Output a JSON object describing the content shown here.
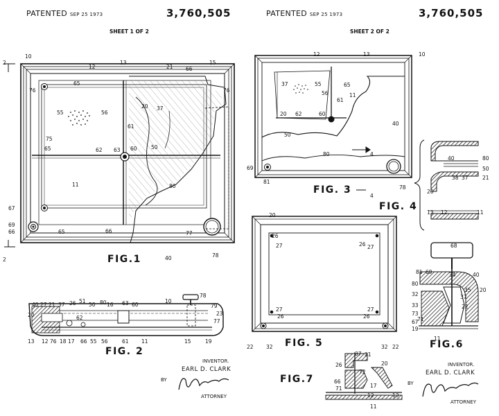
{
  "sheet1": {
    "patented": "PATENTED",
    "date": "SEP 25 1973",
    "patent_number": "3,760,505",
    "sheet": "SHEET 1 OF 2",
    "fig1": "FIG.1",
    "fig2": "FIG. 2",
    "inventor_label": "INVENTOR.",
    "inventor_name": "EARL D. CLARK",
    "by": "BY",
    "attorney": "ATTORNEY"
  },
  "sheet2": {
    "patented": "PATENTED",
    "date": "SEP 25 1973",
    "patent_number": "3,760,505",
    "sheet": "SHEET 2 OF 2",
    "fig3": "FIG. 3",
    "fig4": "FIG. 4",
    "fig5": "FIG. 5",
    "fig6": "FIG.6",
    "fig7": "FIG.7",
    "inventor_label": "INVENTOR.",
    "inventor_name": "EARL D. CLARK",
    "by": "BY",
    "attorney": "ATTORNEY"
  },
  "fig1_refs": [
    "10",
    "12",
    "13",
    "15",
    "21",
    "66",
    "76",
    "2",
    "65",
    "55",
    "56",
    "37",
    "20",
    "61",
    "75",
    "65",
    "62",
    "63",
    "60",
    "50",
    "11",
    "80",
    "76",
    "67",
    "69",
    "66",
    "65",
    "66",
    "77",
    "40",
    "78",
    "2"
  ],
  "fig2_refs": [
    "78",
    "79",
    "23",
    "77",
    "40",
    "27",
    "21",
    "37",
    "26",
    "51",
    "50",
    "80",
    "16",
    "63",
    "60",
    "10",
    "20",
    "62",
    "13",
    "12",
    "76",
    "18",
    "17",
    "66",
    "55",
    "56",
    "61",
    "11",
    "15",
    "19"
  ],
  "fig3_refs": [
    "12",
    "13",
    "10",
    "37",
    "55",
    "56",
    "65",
    "11",
    "20",
    "62",
    "60",
    "61",
    "40",
    "50",
    "80",
    "4",
    "69",
    "81",
    "78",
    "4"
  ],
  "fig4_refs": [
    "40",
    "80",
    "50",
    "21",
    "38",
    "37",
    "20",
    "13",
    "12",
    "11"
  ],
  "fig5_refs": [
    "20",
    "27",
    "26",
    "26",
    "27",
    "27",
    "26",
    "27",
    "26",
    "22",
    "32",
    "32",
    "22"
  ],
  "fig6_refs": [
    "68",
    "81",
    "69",
    "34",
    "40",
    "80",
    "32",
    "35",
    "37",
    "20",
    "33",
    "22",
    "73",
    "71",
    "67",
    "19",
    "11"
  ],
  "fig7_refs": [
    "37",
    "21",
    "20",
    "26",
    "72",
    "66",
    "71",
    "17",
    "12",
    "13",
    "11"
  ]
}
